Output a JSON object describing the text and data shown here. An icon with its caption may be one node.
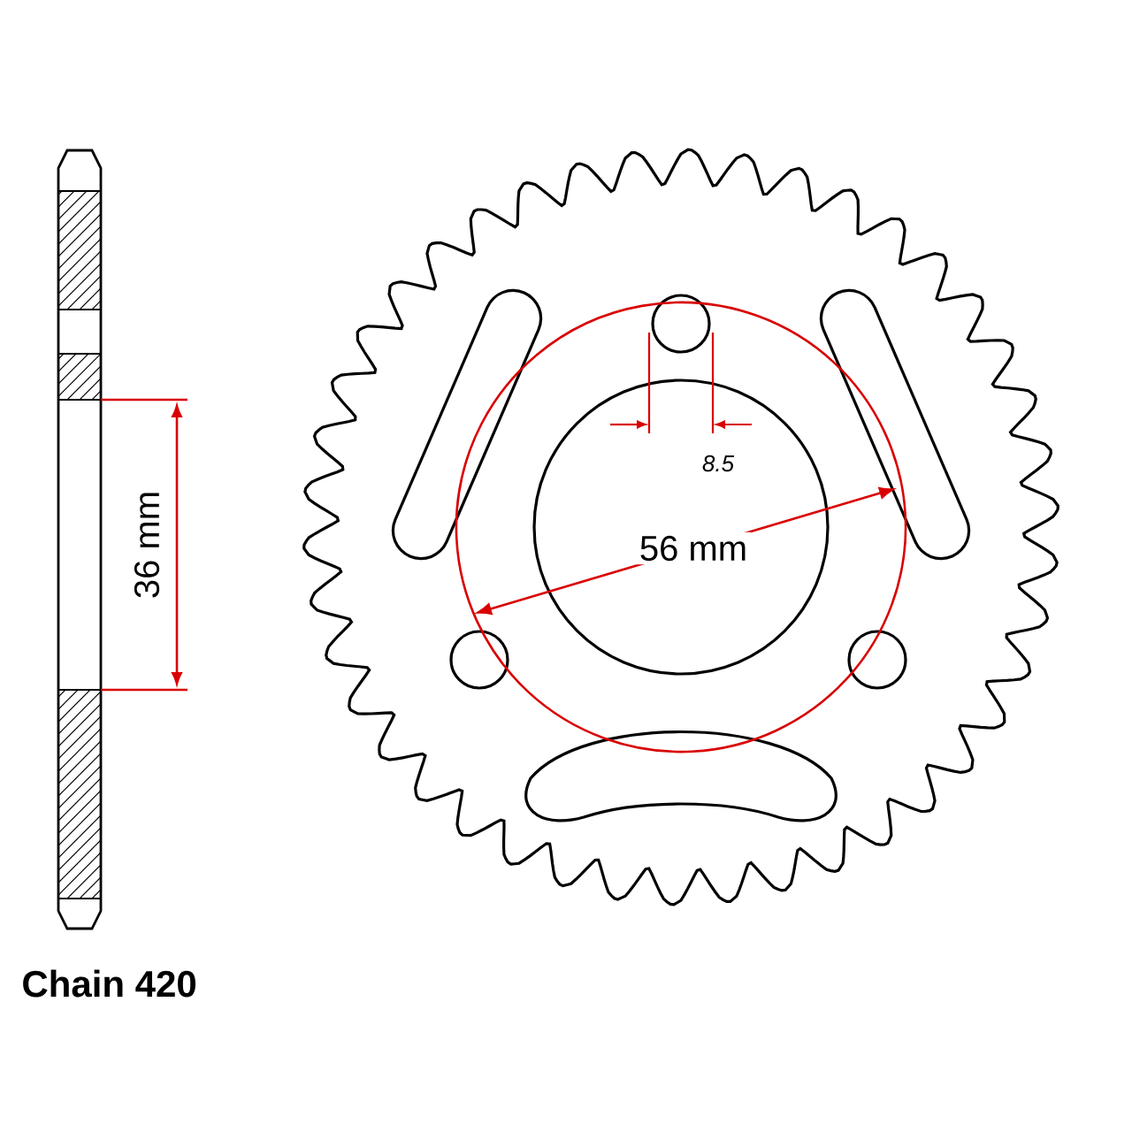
{
  "diagram": {
    "labels": [
      "Chain 420",
      "36 mm",
      "56 mm",
      "8.5"
    ]
  }
}
